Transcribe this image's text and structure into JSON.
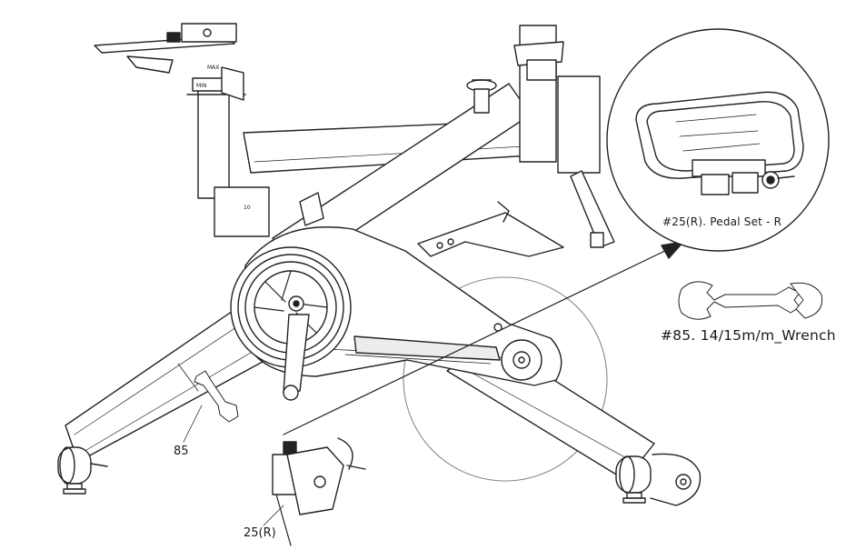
{
  "callouts": {
    "pedal_set": "#25(R). Pedal Set - R",
    "wrench": "#85. 14/15m/m_Wrench",
    "part_85": "85",
    "part_25r": "25(R)"
  },
  "frame_marks": {
    "max": "MAX",
    "min": "MIN",
    "scale": "10"
  }
}
